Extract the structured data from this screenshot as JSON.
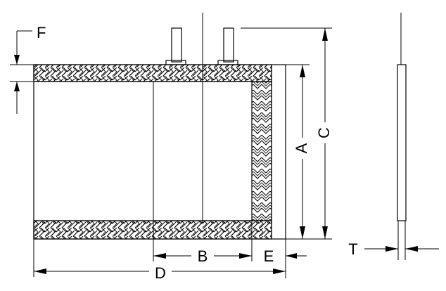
{
  "labels": {
    "a": "A",
    "b": "B",
    "c": "C",
    "d": "D",
    "e": "E",
    "f": "F",
    "t": "T"
  }
}
